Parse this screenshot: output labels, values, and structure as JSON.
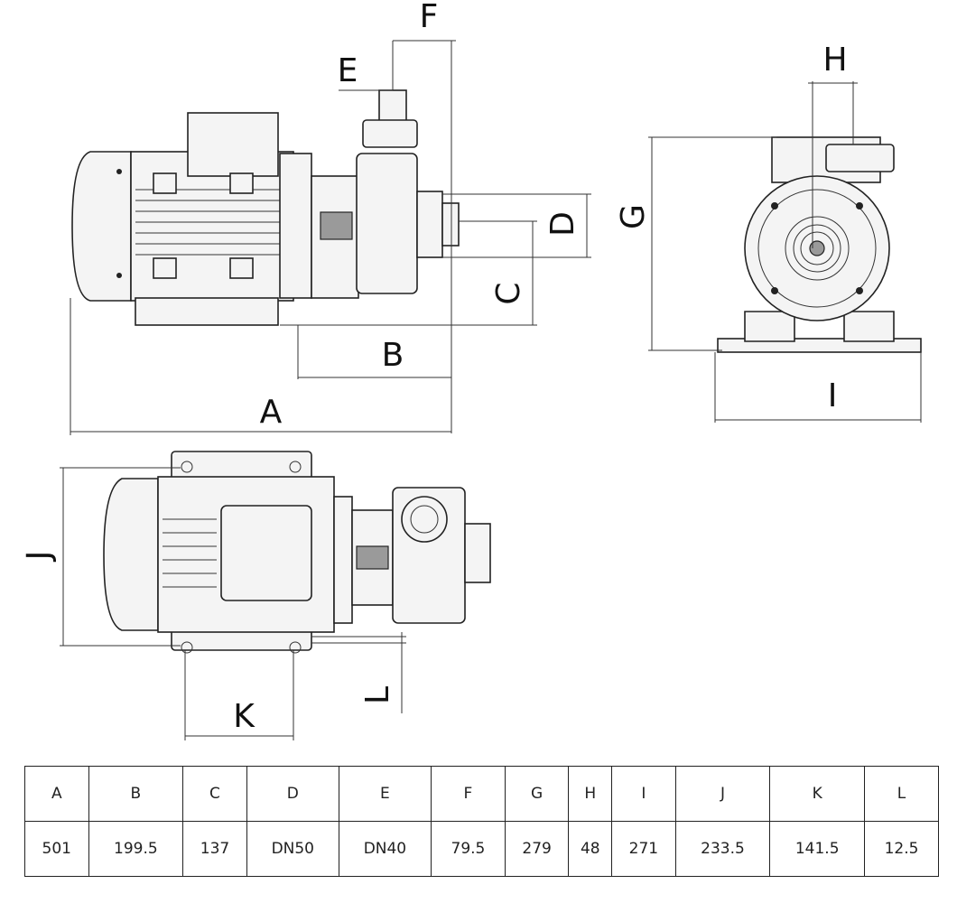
{
  "labels": {
    "A": "A",
    "B": "B",
    "C": "C",
    "D": "D",
    "E": "E",
    "F": "F",
    "G": "G",
    "H": "H",
    "I": "I",
    "J": "J",
    "K": "K",
    "L": "L"
  },
  "table": {
    "headers": [
      "A",
      "B",
      "C",
      "D",
      "E",
      "F",
      "G",
      "H",
      "I",
      "J",
      "K",
      "L"
    ],
    "values": [
      "501",
      "199.5",
      "137",
      "DN50",
      "DN40",
      "79.5",
      "279",
      "48",
      "271",
      "233.5",
      "141.5",
      "12.5"
    ]
  }
}
